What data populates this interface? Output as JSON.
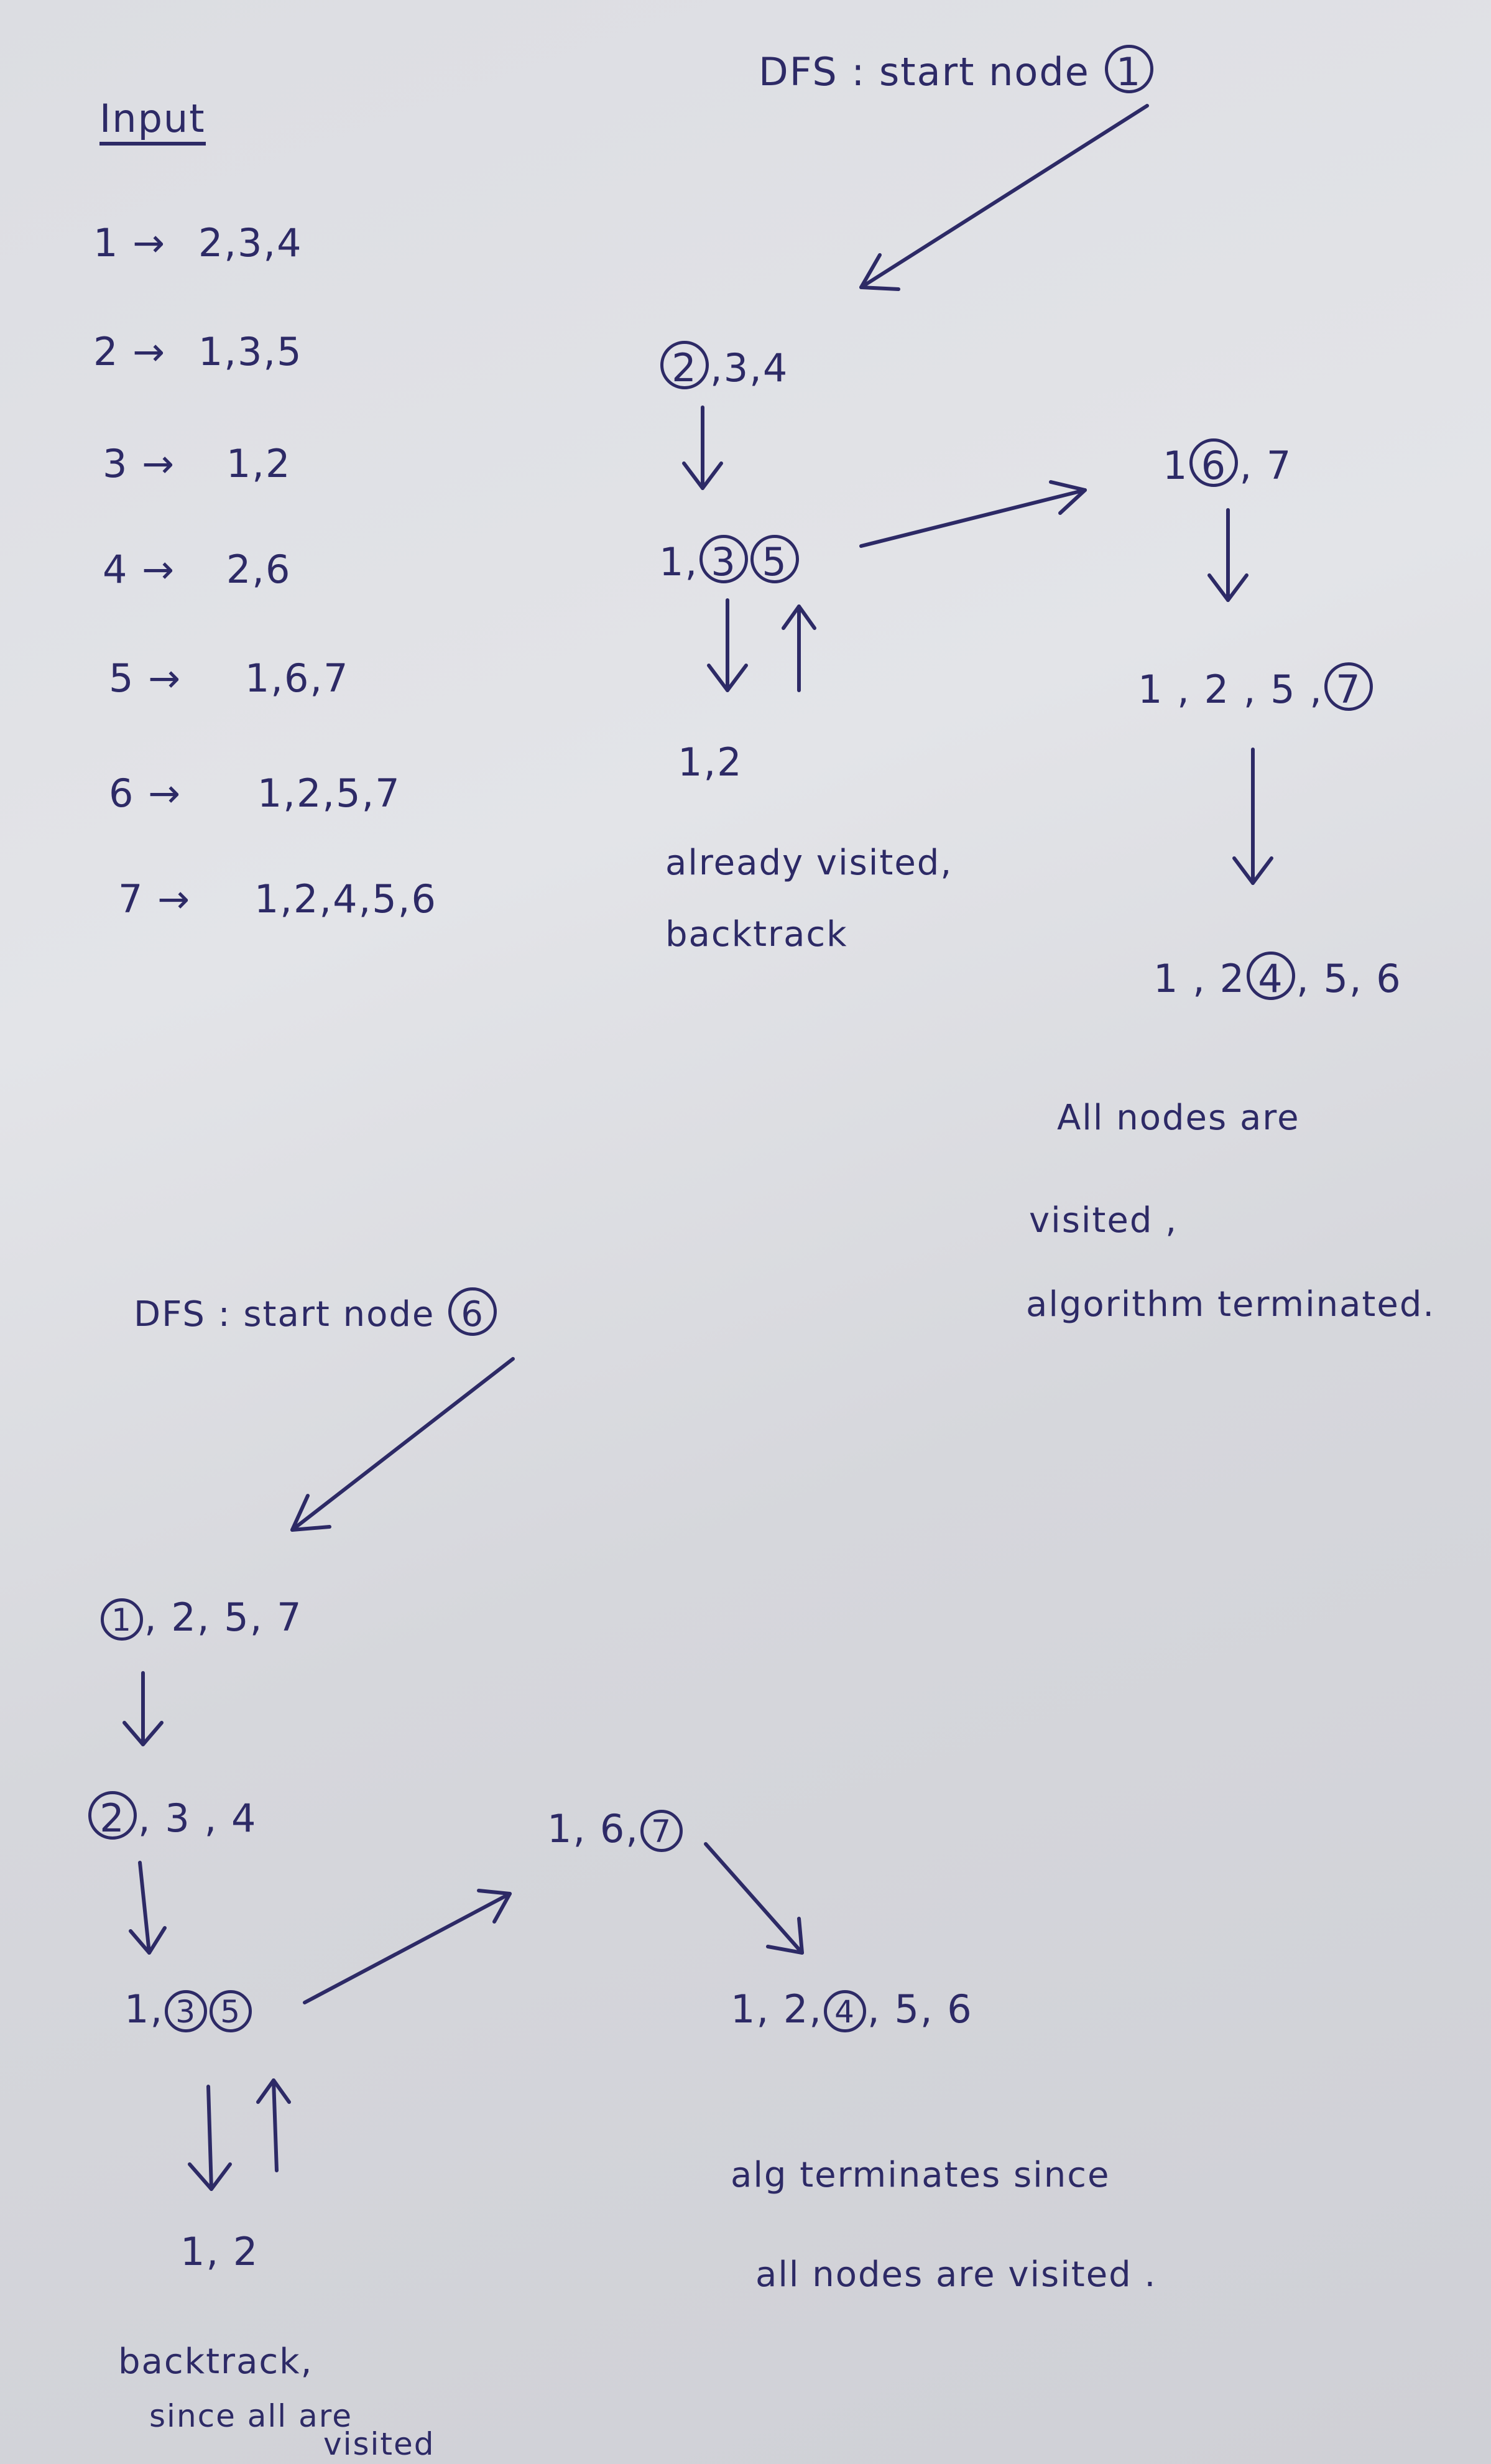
{
  "input": {
    "heading": "Input",
    "rows": [
      {
        "node": "1",
        "neighbors": "2,3,4"
      },
      {
        "node": "2",
        "neighbors": "1,3,5"
      },
      {
        "node": "3",
        "neighbors": "1,2"
      },
      {
        "node": "4",
        "neighbors": "2,6"
      },
      {
        "node": "5",
        "neighbors": "1,6,7"
      },
      {
        "node": "6",
        "neighbors": "1,2,5,7"
      },
      {
        "node": "7",
        "neighbors": "1,2,4,5,6"
      }
    ]
  },
  "dfs1": {
    "title": "DFS : start node",
    "start": "1",
    "s1": {
      "circled": "2",
      "rest": ",3,4"
    },
    "s2": {
      "pre": "1,",
      "a": "3",
      "b": "5"
    },
    "s3": {
      "text": "1,2"
    },
    "note1": "already visited,",
    "note2": "backtrack",
    "s4": {
      "pre": "1",
      "circled": "6",
      "post": ", 7"
    },
    "s5": {
      "pre": "1 , 2 , 5 ,",
      "circled": "7"
    },
    "s6": {
      "pre": "1 , 2",
      "circled": "4",
      "post": ", 5, 6"
    },
    "end1": "All nodes are",
    "end2": "visited ,",
    "end3": "algorithm terminated."
  },
  "dfs2": {
    "title": "DFS : start node",
    "start": "6",
    "s1": {
      "circled": "1",
      "rest": ", 2, 5, 7"
    },
    "s2": {
      "circled": "2",
      "rest": ", 3 , 4"
    },
    "s3": {
      "pre": "1,",
      "a": "3",
      "b": "5"
    },
    "s4": {
      "text": "1, 2"
    },
    "s5": {
      "pre": "1, 6,",
      "circled": "7"
    },
    "s6": {
      "pre": "1, 2,",
      "circled": "4",
      "post": ", 5, 6"
    },
    "note1": "backtrack,",
    "note2": "since all are",
    "note3": "visited",
    "end1": "alg terminates since",
    "end2": "all nodes are visited ."
  }
}
